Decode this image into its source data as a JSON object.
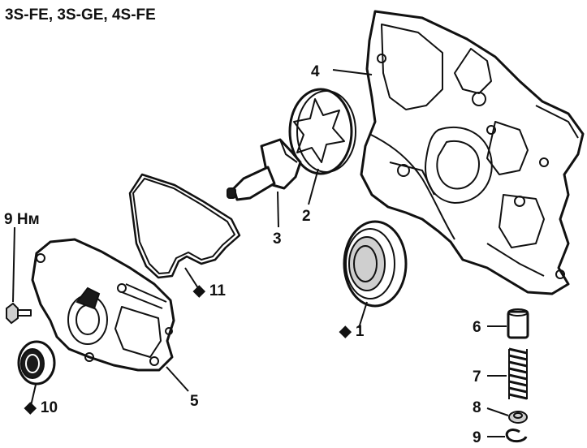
{
  "title": "3S-FE, 3S-GE, 4S-FE",
  "labels": {
    "p1": "◆ 1",
    "p2": "2",
    "p3": "3",
    "p4": "4",
    "p5": "5",
    "p6": "6",
    "p7": "7",
    "p8": "8",
    "p9": "9",
    "p10": "◆ 10",
    "p11": "◆ 11",
    "torque": "9 Нм"
  },
  "colors": {
    "ink": "#111111",
    "background": "#ffffff"
  }
}
